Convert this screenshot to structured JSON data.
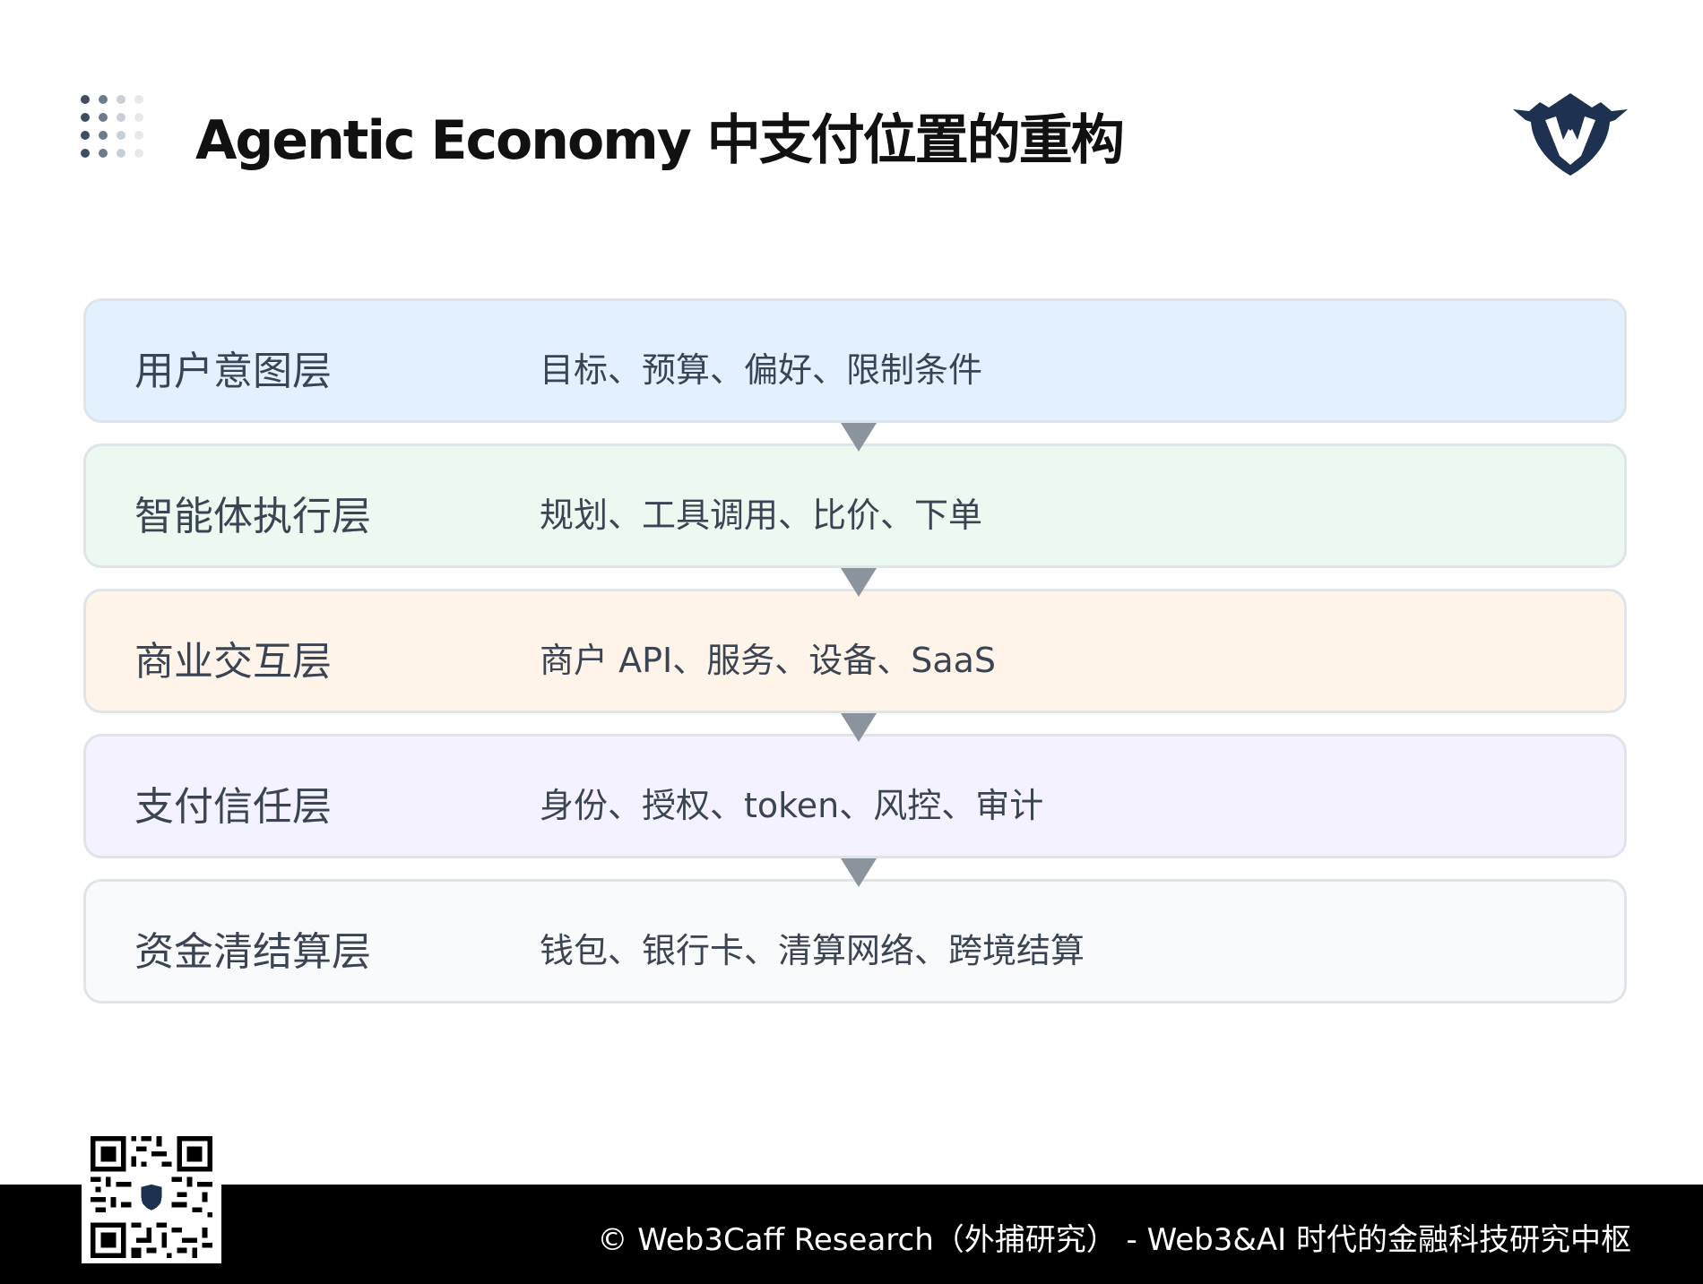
{
  "header": {
    "title": "Agentic Economy 中支付位置的重构",
    "dots_icon": "dot-grid-icon",
    "logo_icon": "eagle-shield-logo"
  },
  "layers": [
    {
      "name": "用户意图层",
      "items": "目标、预算、偏好、限制条件",
      "bg": "#e3f1fe"
    },
    {
      "name": "智能体执行层",
      "items": "规划、工具调用、比价、下单",
      "bg": "#ebf9f1"
    },
    {
      "name": "商业交互层",
      "items": "商户 API、服务、设备、SaaS",
      "bg": "#fff4ea"
    },
    {
      "name": "支付信任层",
      "items": "身份、授权、token、风控、审计",
      "bg": "#f3f2fe"
    },
    {
      "name": "资金清结算层",
      "items": "钱包、银行卡、清算网络、跨境结算",
      "bg": "#f8fafc"
    }
  ],
  "footer": {
    "text": "© Web3Caff Research（外捕研究） - Web3&AI 时代的金融科技研究中枢",
    "qr_icon": "qr-code"
  },
  "colors": {
    "arrow": "#8b939c",
    "footer_bg": "#000000",
    "logo_navy": "#1f3150"
  }
}
